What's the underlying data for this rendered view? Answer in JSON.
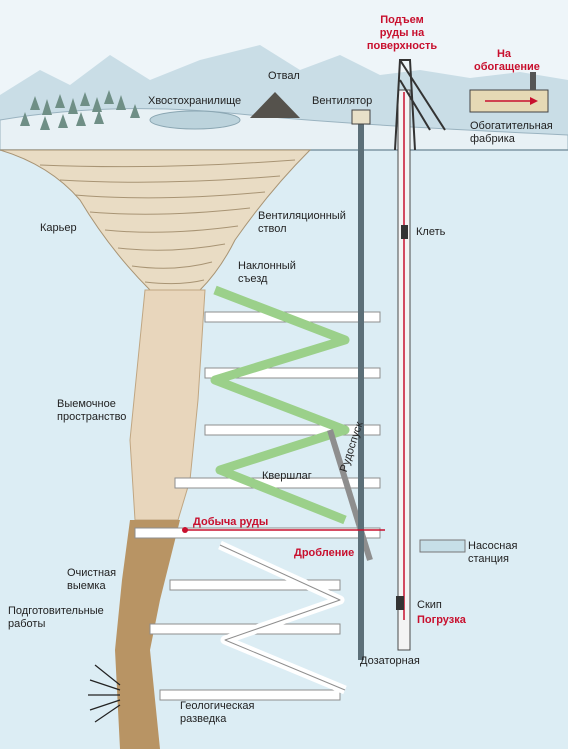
{
  "labels": {
    "ore_lift": "Подъем\nруды на\nповерхность",
    "to_processing": "На\nобогащение",
    "dump": "Отвал",
    "tailings": "Хвостохранилище",
    "fan": "Вентилятор",
    "processing_plant": "Обогатительная\nфабрика",
    "quarry": "Карьер",
    "vent_shaft": "Вентиляционный\nствол",
    "cage": "Клеть",
    "ramp": "Наклонный\nсъезд",
    "stope_space": "Выемочное\nпространство",
    "ore_pass": "Рудоспуск",
    "crosscut": "Квершлаг",
    "ore_mining": "Добыча руды",
    "crushing": "Дробление",
    "pump_station": "Насосная\nстанция",
    "stoping": "Очистная\nвыемка",
    "development": "Подготовительные\nработы",
    "skip": "Скип",
    "loading": "Погрузка",
    "dosing": "Дозаторная",
    "exploration": "Геологическая\nразведка"
  },
  "colors": {
    "sky": "#eaf3f8",
    "ground": "#d8ecf3",
    "rock": "#e2cdb0",
    "ore_body": "#b08c5a",
    "tunnel": "#ffffff",
    "ramp": "#9bd08a",
    "accent": "#c8102e",
    "shaft": "#4a4a4a"
  }
}
